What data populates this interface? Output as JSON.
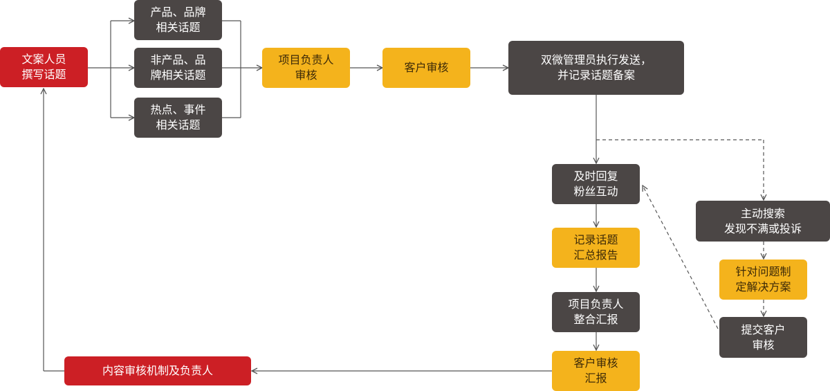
{
  "nodes": {
    "copywriter": "文案人员\n撰写话题",
    "topic_product": "产品、品牌\n相关话题",
    "topic_nonproduct": "非产品、品\n牌相关话题",
    "topic_hotspot": "热点、事件\n相关话题",
    "pm_review": "项目负责人\n审核",
    "client_review": "客户审核",
    "send_record": "双微管理员执行发送，\n并记录话题备案",
    "reply_fans": "及时回复\n粉丝互动",
    "record_summary": "记录话题\n汇总报告",
    "pm_report": "项目负责人\n整合汇报",
    "client_report": "客户审核\n汇报",
    "content_mechanism": "内容审核机制及负责人",
    "active_search": "主动搜索\n发现不满或投诉",
    "solution": "针对问题制\n定解决方案",
    "submit_client": "提交客户\n审核"
  },
  "colors": {
    "red": "#cc1f25",
    "dark": "#4b4645",
    "gold": "#f4b31c",
    "connector": "#555555"
  }
}
